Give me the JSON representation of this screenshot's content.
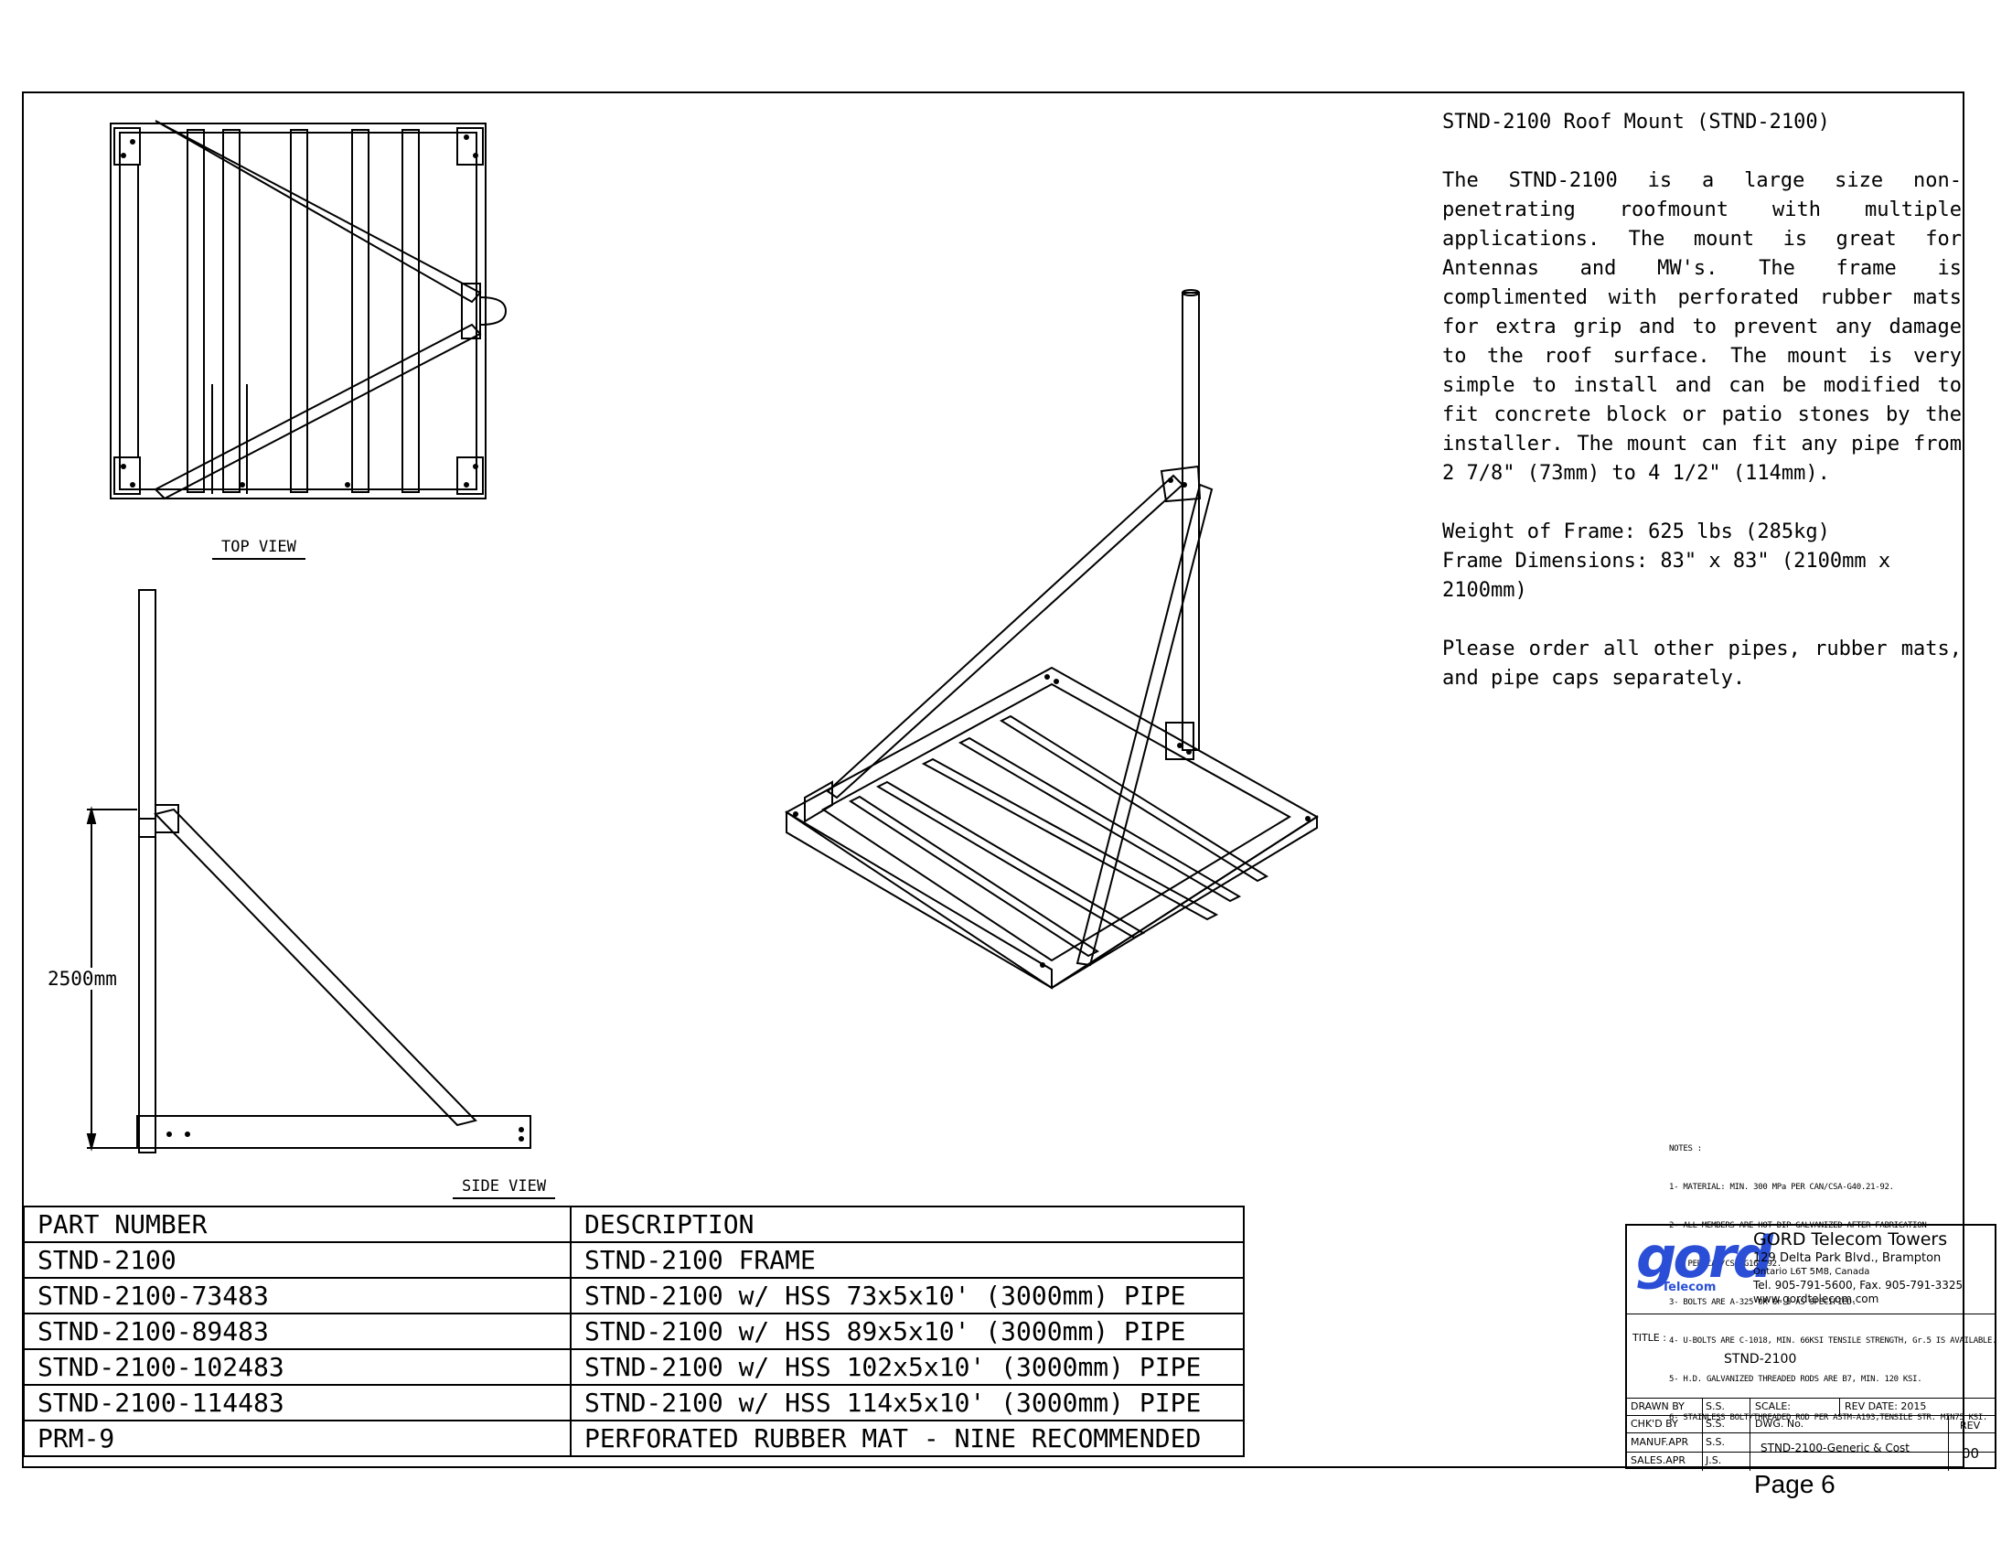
{
  "description": {
    "title": "STND-2100 Roof Mount (STND-2100)",
    "body": "The STND-2100 is a large size non-penetrating roofmount with multiple applications. The mount is great for Antennas and MW's. The frame is complimented with perforated rubber mats for extra grip and to prevent any damage to the roof surface. The mount is very simple to install and can be modified to fit concrete block or patio stones by the installer. The mount can fit any pipe from 2 7/8\" (73mm) to 4 1/2\" (114mm).",
    "weight": "Weight of Frame: 625 lbs (285kg)",
    "dimensions": "Frame Dimensions: 83\" x 83\" (2100mm x 2100mm)",
    "order_note": "Please order all other pipes, rubber mats, and pipe caps separately."
  },
  "views": {
    "top_view_label": "TOP VIEW",
    "side_view_label": "SIDE VIEW",
    "dimension_label": "2500mm"
  },
  "parts_table": {
    "headers": [
      "PART NUMBER",
      "DESCRIPTION"
    ],
    "rows": [
      [
        "STND-2100",
        "STND-2100 FRAME"
      ],
      [
        "STND-2100-73483",
        "STND-2100 w/ HSS 73x5x10' (3000mm) PIPE"
      ],
      [
        "STND-2100-89483",
        "STND-2100 w/ HSS 89x5x10' (3000mm) PIPE"
      ],
      [
        "STND-2100-102483",
        "STND-2100 w/ HSS 102x5x10' (3000mm) PIPE"
      ],
      [
        "STND-2100-114483",
        "STND-2100 w/ HSS 114x5x10' (3000mm) PIPE"
      ],
      [
        "PRM-9",
        "PERFORATED RUBBER MAT -  NINE RECOMMENDED"
      ]
    ]
  },
  "notes": {
    "heading": "NOTES :",
    "items": [
      "1- MATERIAL: MIN. 300 MPa PER CAN/CSA-G40.21-92.",
      "2- ALL MEMBERS ARE HOT DIP GALVANIZED AFTER FABRICATION",
      "    PER CAN/CSA G164-92.",
      "3- BOLTS ARE A-325 OR Gr.5 AS SPECIFIED.",
      "4- U-BOLTS ARE C-1018, MIN. 66KSI TENSILE STRENGTH, Gr.5 IS AVAILABLE.",
      "5- H.D. GALVANIZED THREADED RODS ARE B7, MIN. 120 KSI.",
      "6- STAINLESS BOLT/THREADED ROD PER ASTM-A193,TENSILE STR. MIN75 KSI."
    ]
  },
  "title_block": {
    "logo_main": "gord",
    "logo_sub": "Telecom",
    "company": "GORD Telecom Towers",
    "address1": "129 Delta Park Blvd., Brampton",
    "address2": "Ontario L6T 5M8, Canada",
    "phone": "Tel. 905-791-5600, Fax. 905-791-3325",
    "web": "www.gordtelecom.com",
    "title_label": "TITLE :",
    "title_value": "STND-2100",
    "drawn_by_label": "DRAWN BY",
    "drawn_by": "S.S.",
    "chkd_by_label": "CHK'D BY",
    "chkd_by": "S.S.",
    "manuf_label": "MANUF.APR",
    "manuf": "S.S.",
    "sales_label": "SALES.APR",
    "sales": "J.S.",
    "scale_label": "SCALE:",
    "rev_date_label": "REV DATE: 2015",
    "dwg_no_label": "DWG. No.",
    "dwg_no": "STND-2100-Generic & Cost",
    "rev_label": "REV",
    "rev": "00"
  },
  "page": {
    "label": "Page 6"
  },
  "colors": {
    "logo": "#2a4fd6",
    "line": "#000000"
  }
}
